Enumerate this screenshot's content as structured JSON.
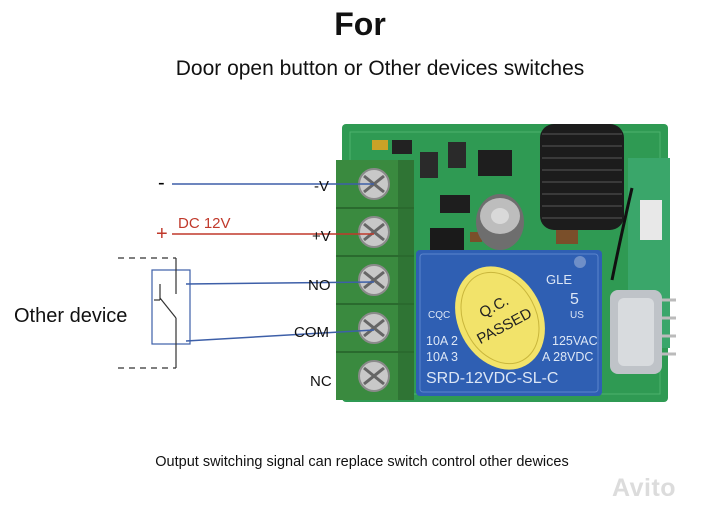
{
  "title": "For",
  "subtitle": "Door open button or Other devices switches",
  "caption": "Output switching signal can replace switch control other dewices",
  "watermark": "Avito",
  "terminals": {
    "vminus": "-V",
    "vplus": "+V",
    "no": "NO",
    "com": "COM",
    "nc": "NC"
  },
  "wires": {
    "minus_sign": "-",
    "plus_sign": "+",
    "dc_label": "DC 12V"
  },
  "device_label": "Other device",
  "relay": {
    "line1": "SRD-12VDC-SL-C",
    "line_10a_a": "10A 2",
    "line_10a_b": "125VAC",
    "line_10a_c": "10A 3",
    "line_10a_d": "A 28VDC",
    "brand": "GLE",
    "cqc": "CQC",
    "five": "5",
    "us": "US"
  },
  "seal": {
    "line1": "Q.C.",
    "line2": "PASSED"
  },
  "colors": {
    "pcb": "#2f9a53",
    "terminal": "#3a8a3f",
    "relay": "#2f5fb3",
    "seal": "#f2e36a",
    "wire_blue": "#3d5fa8",
    "wire_red": "#c0392b"
  }
}
